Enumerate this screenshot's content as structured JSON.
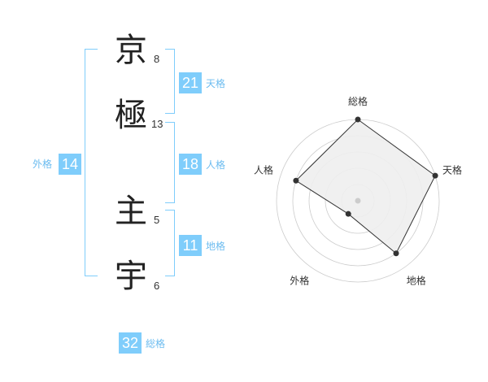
{
  "name": {
    "chars": [
      {
        "char": "京",
        "strokes": "8"
      },
      {
        "char": "極",
        "strokes": "13"
      },
      {
        "char": "主",
        "strokes": "5"
      },
      {
        "char": "宇",
        "strokes": "6"
      }
    ]
  },
  "kaku": {
    "tenkaku": {
      "value": "21",
      "label": "天格"
    },
    "jinkaku": {
      "value": "18",
      "label": "人格"
    },
    "chikaku": {
      "value": "11",
      "label": "地格"
    },
    "gaikaku": {
      "value": "14",
      "label": "外格"
    },
    "soukaku": {
      "value": "32",
      "label": "総格"
    }
  },
  "colors": {
    "accent": "#7fcdfb",
    "label": "#6cbcf0",
    "radar_fill": "#eeeeee",
    "radar_line": "#333333",
    "grid": "#cccccc"
  },
  "chart_data": {
    "type": "radar",
    "axes": [
      "総格",
      "天格",
      "地格",
      "外格",
      "人格"
    ],
    "max": 5,
    "rings": 5,
    "values": [
      5,
      5,
      4,
      1,
      4
    ]
  }
}
